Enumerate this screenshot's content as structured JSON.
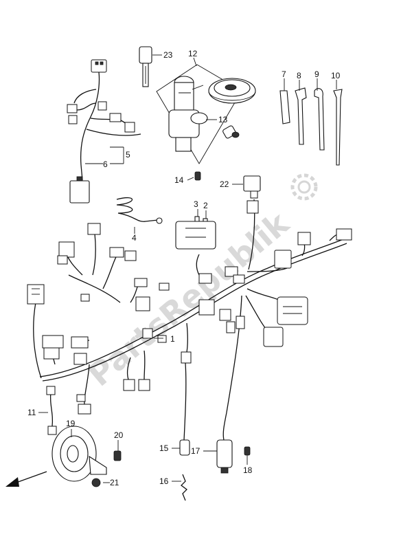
{
  "diagram": {
    "watermark": "PartsRepublik",
    "callouts": [
      "1",
      "2",
      "3",
      "4",
      "5",
      "6",
      "7",
      "8",
      "9",
      "10",
      "11",
      "12",
      "13",
      "14",
      "15",
      "16",
      "17",
      "18",
      "19",
      "20",
      "21",
      "22",
      "23"
    ]
  }
}
